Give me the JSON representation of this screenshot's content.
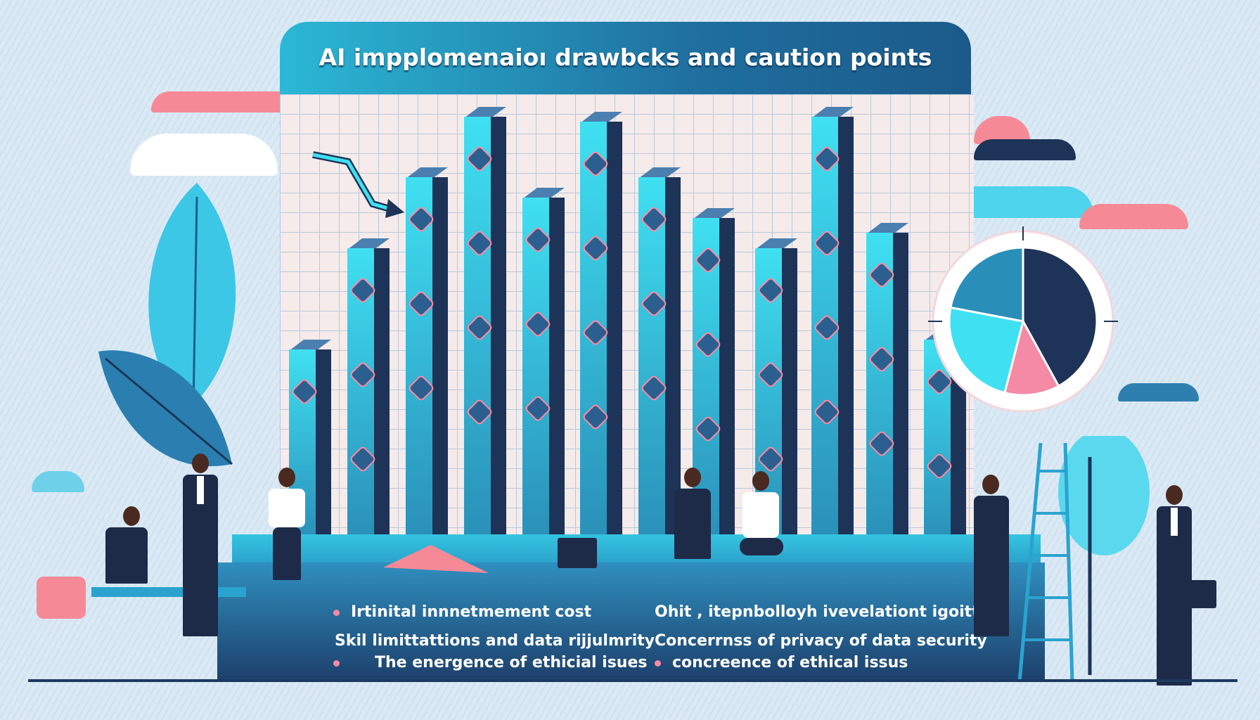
{
  "title": "AI impplomenaioı drawbcks and caution points",
  "bullets_left": [
    "Irtinital innnetmement cost",
    "Skil limittattions and data rijjulmrity",
    "The energence of ethicial isues"
  ],
  "bullets_right": [
    "Ohit , itepnbolloyh ivevelationt igoitt",
    "Concerrnss of privacy of data security",
    "concreence of ethical issus"
  ],
  "bar_levels": [
    0.4,
    0.6,
    0.74,
    0.86,
    0.7,
    0.85,
    0.74,
    0.66,
    0.6,
    0.86,
    0.63,
    0.42
  ],
  "pie_chart": {
    "slices": [
      0.42,
      0.12,
      0.24,
      0.22
    ]
  },
  "colors": {
    "accent_cyan": "#3fe0f2",
    "navy": "#1d3458",
    "pink": "#f48aa6",
    "banner": "#1f6f9f"
  }
}
